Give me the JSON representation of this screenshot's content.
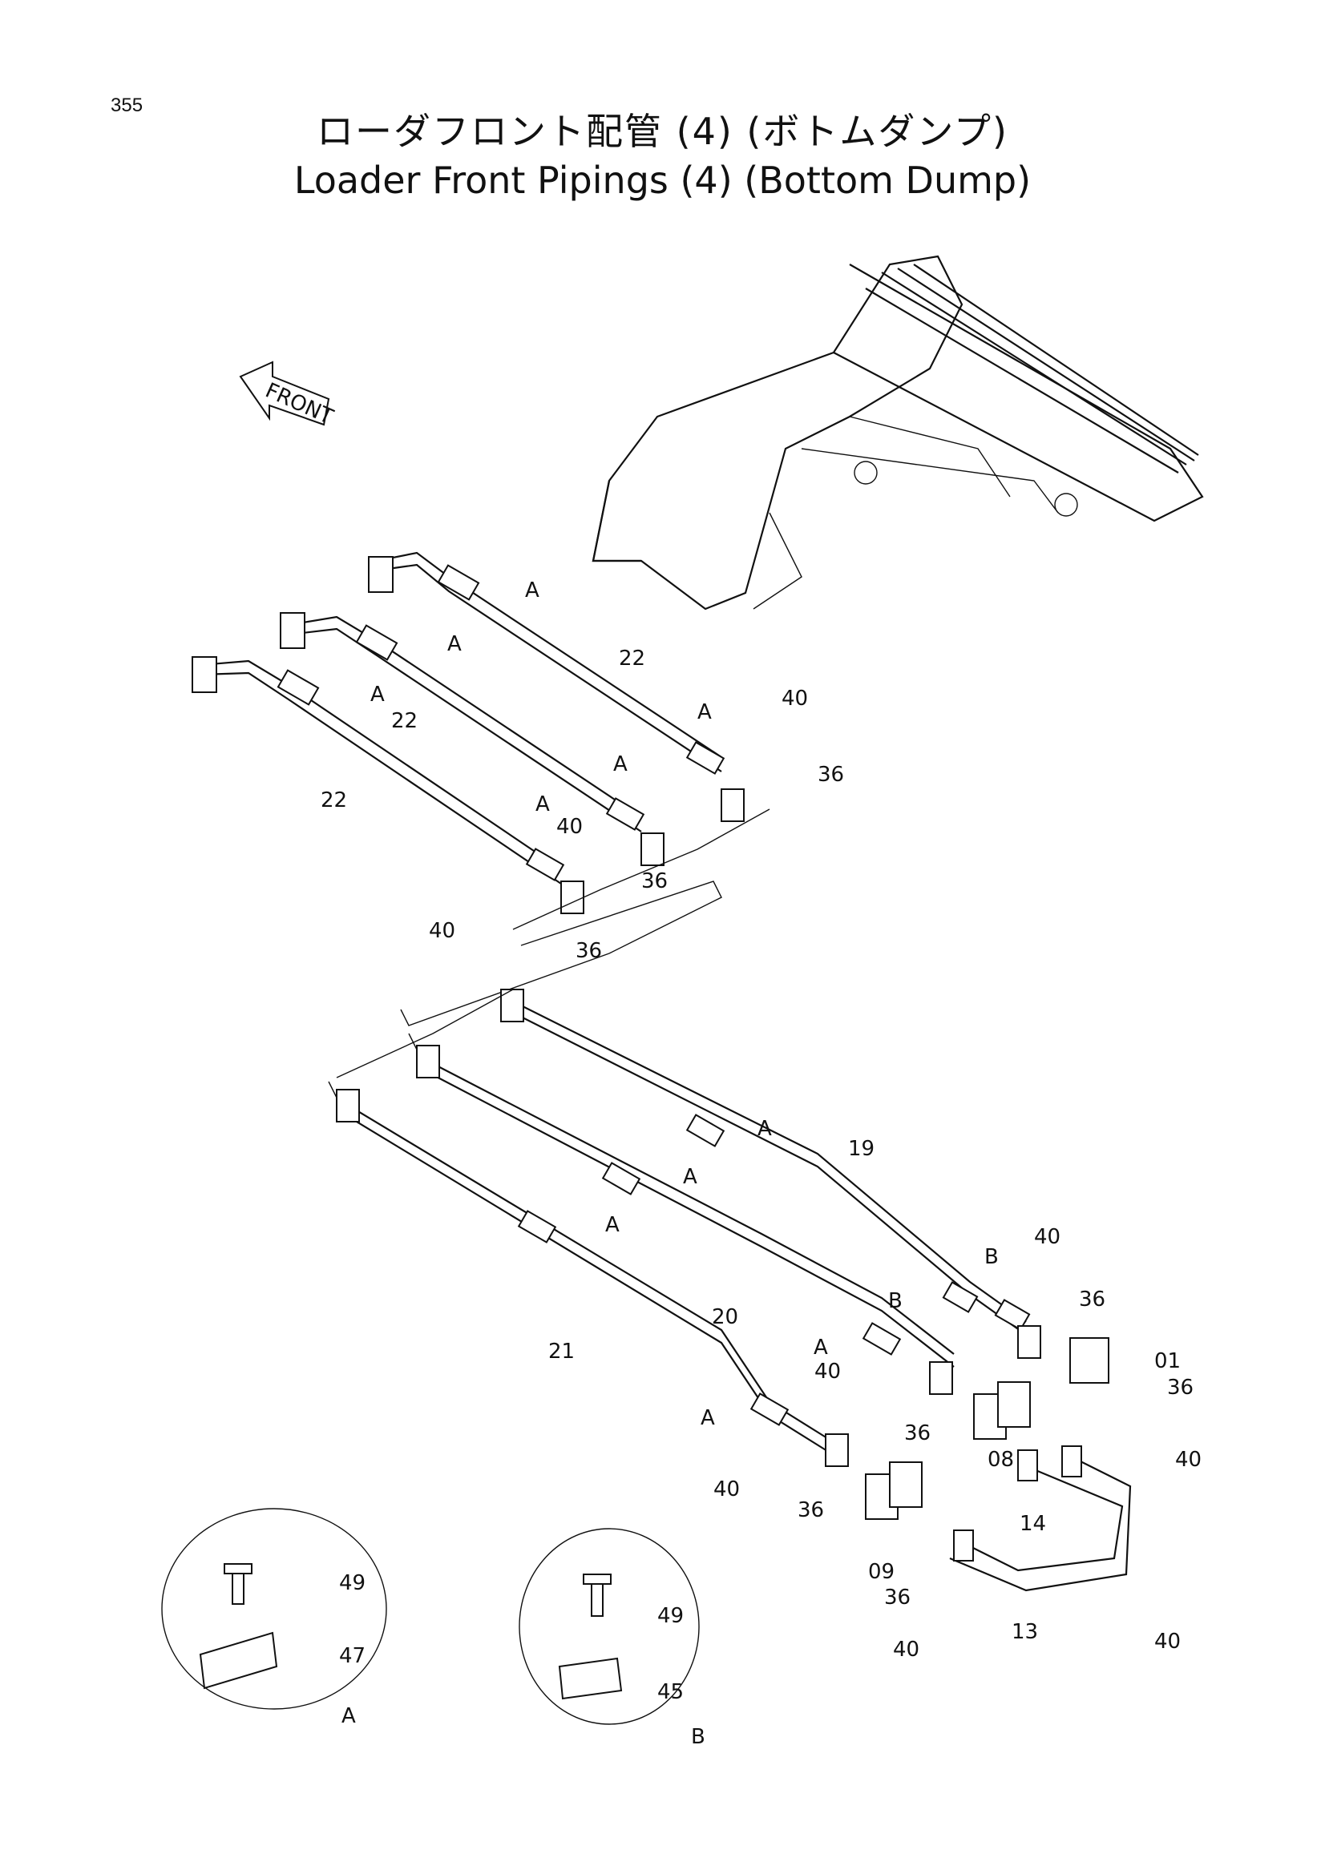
{
  "header": {
    "page_number": "355",
    "title_jp": "ローダフロント配管 (4) (ボトムダンプ)",
    "title_en": "Loader Front Pipings (4) (Bottom Dump)"
  },
  "front_arrow": {
    "label": "FRONT"
  },
  "detail_views": [
    {
      "id": "A",
      "label": "A",
      "bolt_callout": "49",
      "clamp_callout": "47"
    },
    {
      "id": "B",
      "label": "B",
      "bolt_callout": "49",
      "clamp_callout": "45"
    }
  ],
  "callouts": {
    "c22a": "22",
    "c22b": "22",
    "c22c": "22",
    "c40a": "40",
    "c40b": "40",
    "c40c": "40",
    "c36a": "36",
    "c36b": "36",
    "c36c": "36",
    "cA1": "A",
    "cA2": "A",
    "cA3": "A",
    "cA4": "A",
    "cA5": "A",
    "cA6": "A",
    "cA7": "A",
    "cA8": "A",
    "cA9": "A",
    "cA10": "A",
    "cA11": "A",
    "c19": "19",
    "c20": "20",
    "c21": "21",
    "cB1": "B",
    "cB2": "B",
    "c40d": "40",
    "c40e": "40",
    "c40f": "40",
    "c40g": "40",
    "c40h": "40",
    "c40i": "40",
    "c36d": "36",
    "c36e": "36",
    "c36f": "36",
    "c36g": "36",
    "c36h": "36",
    "c01": "01",
    "c08": "08",
    "c09": "09",
    "c14": "14",
    "c13": "13"
  }
}
